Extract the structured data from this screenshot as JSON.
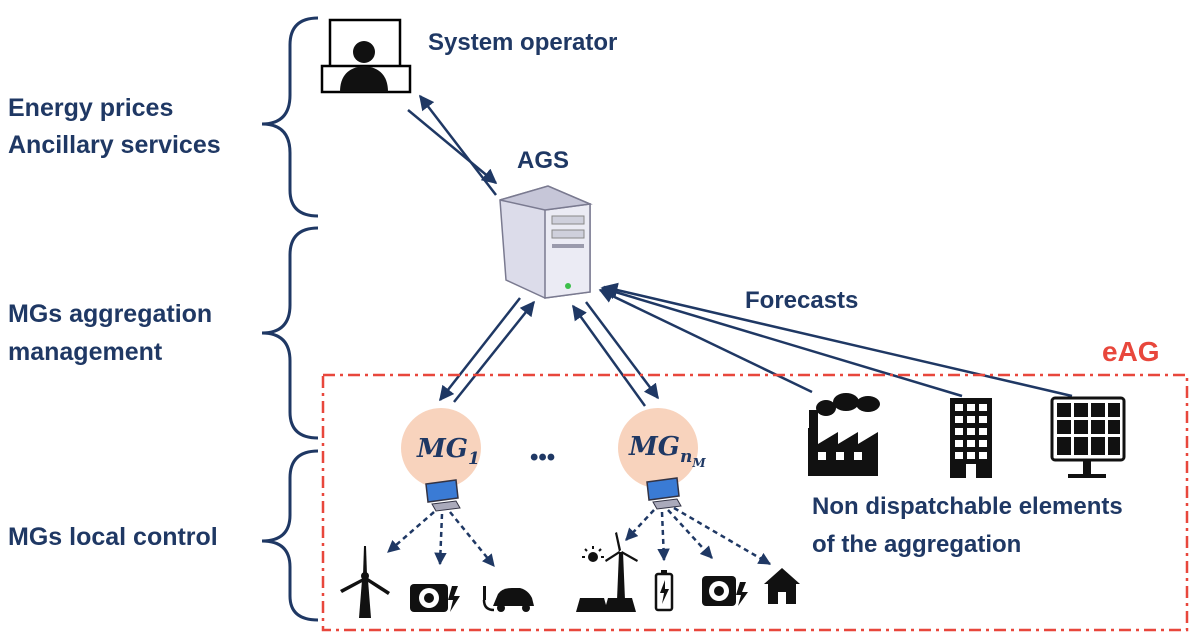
{
  "labels": {
    "system_operator": "System operator",
    "ags": "AGS",
    "forecasts": "Forecasts",
    "eag": "eAG",
    "energy_prices": "Energy prices",
    "ancillary_services": "Ancillary services",
    "mgs_aggregation": "MGs aggregation",
    "management": "management",
    "mgs_local_control": "MGs local control",
    "non_dispatchable_1": "Non dispatchable elements",
    "non_dispatchable_2": "of the aggregation",
    "ellipsis": "•••",
    "mg1_base": "MG",
    "mg1_sub": "1",
    "mgn_base": "MG",
    "mgn_sub": "n",
    "mgn_subsub": "M"
  },
  "colors": {
    "text": "#1f3864",
    "accent_red": "#e8473c",
    "mg_circle": "#f8d3bd",
    "arrow": "#1f3864"
  },
  "icons": [
    "operator-icon",
    "server-icon",
    "computer-icon",
    "wind-turbine-icon",
    "generator-icon",
    "electric-car-icon",
    "solar-wind-icon",
    "battery-icon",
    "house-icon",
    "factory-icon",
    "building-icon",
    "solar-panel-icon"
  ]
}
